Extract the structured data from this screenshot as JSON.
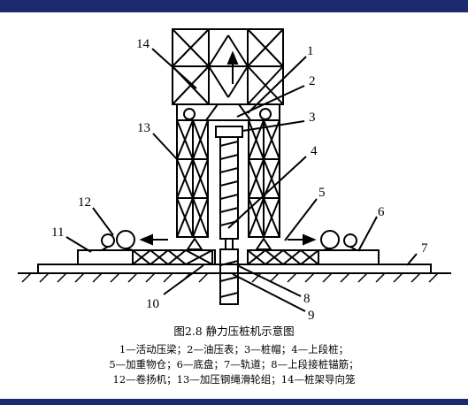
{
  "figure": {
    "labels": [
      "1",
      "2",
      "3",
      "4",
      "5",
      "6",
      "7",
      "8",
      "9",
      "10",
      "11",
      "12",
      "13",
      "14"
    ],
    "caption_title": "图2.8  静力压桩机示意图",
    "legend_lines": [
      "1—活动压梁；2—油压表；3—桩帽；4—上段桩；",
      "5—加重物仓；6—底盘；7—轨道；8—上段接桩锚筋；",
      "12—卷扬机；13—加压钢绳滑轮组；14—桩架导向笼"
    ]
  },
  "colors": {
    "frame": "#1c2a6e",
    "ink": "#000000",
    "paper": "#ffffff"
  }
}
